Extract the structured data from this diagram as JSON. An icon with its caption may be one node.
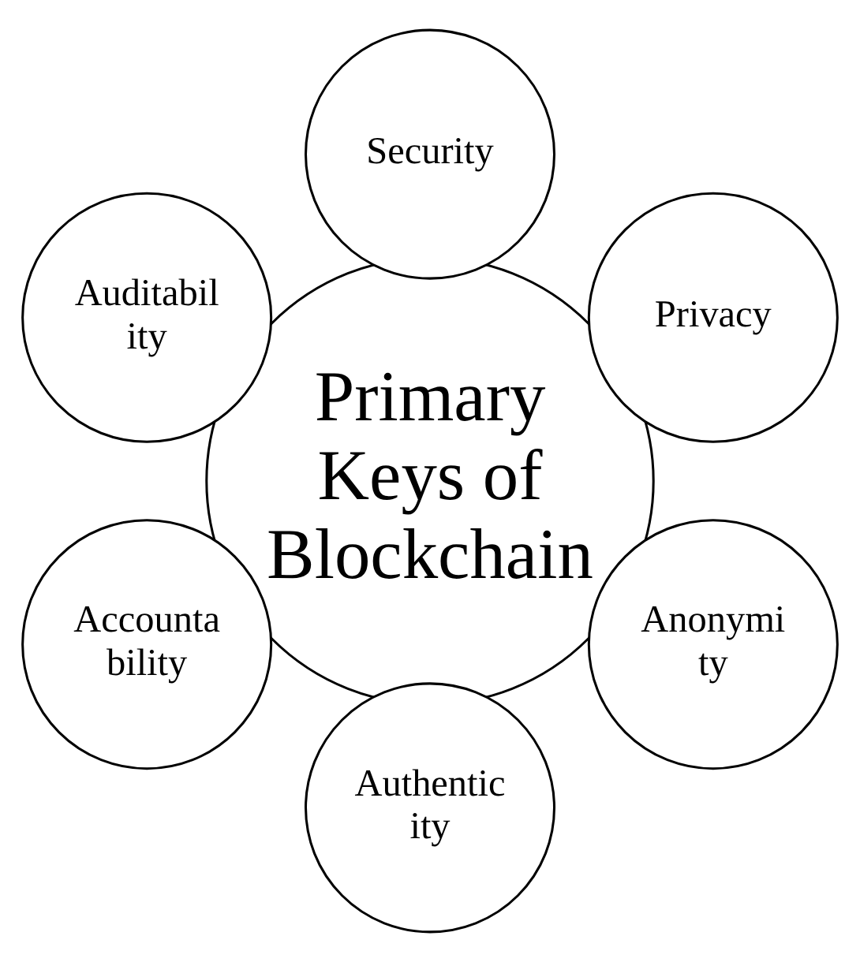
{
  "diagram": {
    "nodes": [
      {
        "text": [
          "Primary Keys of Blockchain"
        ]
      },
      {
        "text": [
          "Privacy"
        ]
      },
      {
        "text": [
          "Security"
        ]
      },
      {
        "text": [
          "Auditabil ity"
        ]
      },
      {
        "text": [
          "Accounta bility"
        ]
      },
      {
        "text": [
          "Authentic ity"
        ]
      },
      {
        "text": [
          "Anonymi ty"
        ]
      }
    ],
    "edges": []
  }
}
